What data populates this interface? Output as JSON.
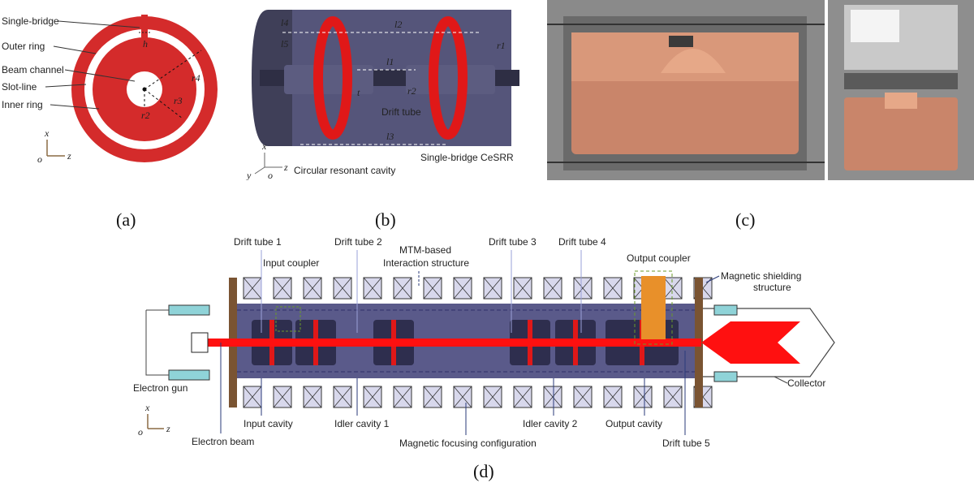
{
  "panel_a": {
    "labels": [
      "Single-bridge",
      "Outer ring",
      "Beam channel",
      "Slot-line",
      "Inner ring"
    ],
    "dims": [
      "h",
      "r4",
      "r3",
      "r2"
    ],
    "axes": {
      "x": "x",
      "z": "z",
      "o": "o"
    },
    "colors": {
      "ring": "#d42b2b",
      "bg": "#ffffff"
    }
  },
  "panel_b": {
    "labels": [
      "Drift tube",
      "Circular resonant cavity",
      "Single-bridge CeSRR"
    ],
    "dims": [
      "l4",
      "l5",
      "l2",
      "l1",
      "l3",
      "r1",
      "r2",
      "t"
    ],
    "axes": {
      "x": "x",
      "y": "y",
      "z": "z",
      "o": "o"
    },
    "colors": {
      "body": "#3f3f58",
      "ring": "#e01818"
    }
  },
  "panel_d": {
    "top_labels": [
      "Drift tube 1",
      "Input coupler",
      "Drift tube 2",
      "MTM-based",
      "Interaction structure",
      "Drift tube 3",
      "Drift tube 4",
      "Output coupler",
      "Magnetic shielding",
      "structure"
    ],
    "bottom_labels": [
      "Electron gun",
      "Input cavity",
      "Idler cavity 1",
      "Idler cavity 2",
      "Output cavity",
      "Collector",
      "Electron beam",
      "Magnetic focusing configuration",
      "Drift tube 5"
    ],
    "axes": {
      "x": "x",
      "z": "z",
      "o": "o"
    },
    "colors": {
      "body": "#5a5a8a",
      "beam": "#ff1010",
      "coil": "#d8d8ec",
      "shield": "#7a5432",
      "gun": "#8fd3d8",
      "coupler": "#e8902a"
    }
  },
  "captions": {
    "a": "(a)",
    "b": "(b)",
    "c": "(c)",
    "d": "(d)"
  }
}
